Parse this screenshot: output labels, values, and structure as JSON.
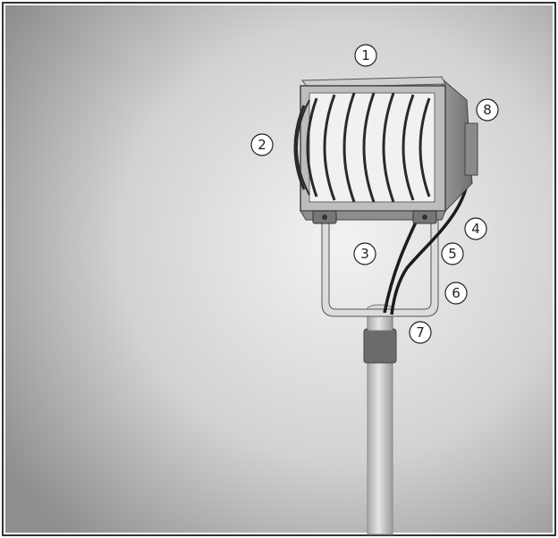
{
  "callouts": [
    {
      "id": "callout-1",
      "label": "1"
    },
    {
      "id": "callout-2",
      "label": "2"
    },
    {
      "id": "callout-3",
      "label": "3"
    },
    {
      "id": "callout-4",
      "label": "4"
    },
    {
      "id": "callout-5",
      "label": "5"
    },
    {
      "id": "callout-6",
      "label": "6"
    },
    {
      "id": "callout-7",
      "label": "7"
    },
    {
      "id": "callout-8",
      "label": "8"
    }
  ],
  "colors": {
    "background_light": "#e6e6e6",
    "background_dark": "#8c8c8c",
    "housing": "#b7b7b7",
    "housing_dark": "#7a7a7a",
    "glass": "#efefef",
    "cable": "#1c1c1c",
    "pole": "#cfcfcf",
    "pole_sleeve": "#6e6e6e"
  }
}
